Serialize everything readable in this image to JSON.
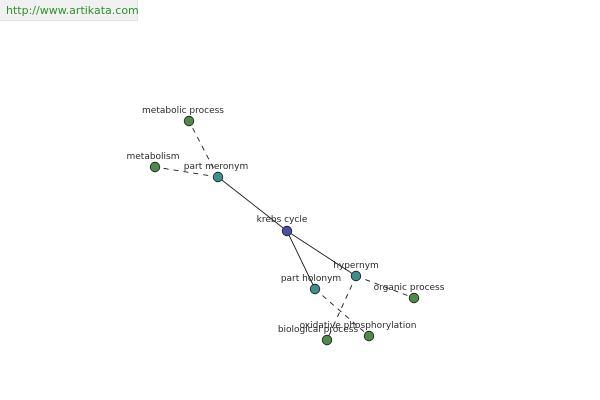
{
  "banner": {
    "url_text": "http://www.artikata.com"
  },
  "colors": {
    "root_node": "#4651a3",
    "relation_node": "#3f8f8c",
    "term_node": "#4f8a4a",
    "banner_text": "#2f8f2f"
  },
  "graph": {
    "nodes": [
      {
        "id": "krebs",
        "label": "krebs cycle",
        "kind": "root"
      },
      {
        "id": "part_meronym",
        "label": "part meronym",
        "kind": "relation"
      },
      {
        "id": "metabolic_process",
        "label": "metabolic process",
        "kind": "term"
      },
      {
        "id": "metabolism",
        "label": "metabolism",
        "kind": "term"
      },
      {
        "id": "hypernym",
        "label": "hypernym",
        "kind": "relation"
      },
      {
        "id": "part_holonym",
        "label": "part holonym",
        "kind": "relation"
      },
      {
        "id": "organic_process",
        "label": "organic process",
        "kind": "term"
      },
      {
        "id": "oxidative_phosphorylation",
        "label": "oxidative phosphorylation",
        "kind": "term"
      },
      {
        "id": "biological_process",
        "label": "biological process",
        "kind": "term"
      }
    ],
    "edges": [
      {
        "from": "krebs",
        "to": "part_meronym",
        "style": "solid"
      },
      {
        "from": "krebs",
        "to": "hypernym",
        "style": "solid"
      },
      {
        "from": "krebs",
        "to": "part_holonym",
        "style": "solid"
      },
      {
        "from": "part_meronym",
        "to": "metabolic_process",
        "style": "dashed"
      },
      {
        "from": "part_meronym",
        "to": "metabolism",
        "style": "dashed"
      },
      {
        "from": "hypernym",
        "to": "organic_process",
        "style": "dashed"
      },
      {
        "from": "hypernym",
        "to": "biological_process",
        "style": "dashed"
      },
      {
        "from": "part_holonym",
        "to": "oxidative_phosphorylation",
        "style": "dashed"
      }
    ]
  }
}
